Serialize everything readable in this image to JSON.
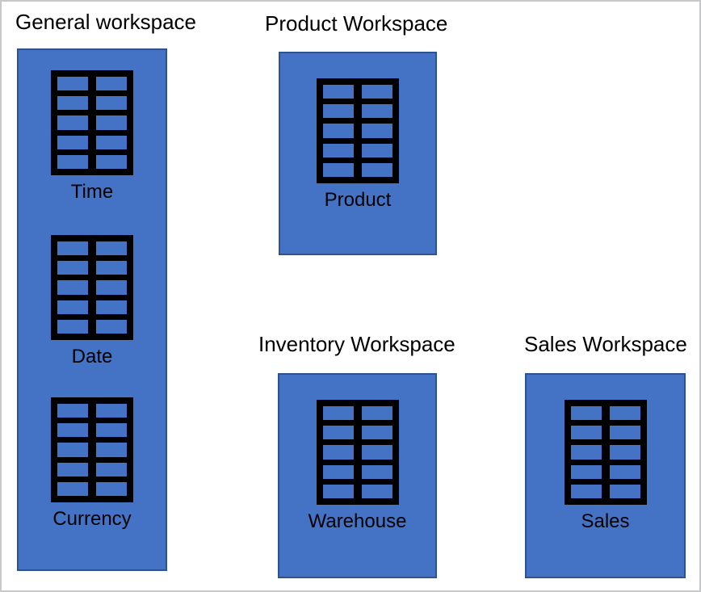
{
  "diagram": {
    "workspaces": [
      {
        "title": "General workspace",
        "tables": [
          {
            "label": "Time"
          },
          {
            "label": "Date"
          },
          {
            "label": "Currency"
          }
        ]
      },
      {
        "title": "Product Workspace",
        "tables": [
          {
            "label": "Product"
          }
        ]
      },
      {
        "title": "Inventory Workspace",
        "tables": [
          {
            "label": "Warehouse"
          }
        ]
      },
      {
        "title": "Sales Workspace",
        "tables": [
          {
            "label": "Sales"
          }
        ]
      }
    ],
    "colors": {
      "workspace_fill": "#4472c4",
      "workspace_border": "#2f528f",
      "table_icon": "#000000",
      "text": "#000000",
      "page_background": "#ffffff",
      "page_frame": "#c6c8ca"
    }
  }
}
